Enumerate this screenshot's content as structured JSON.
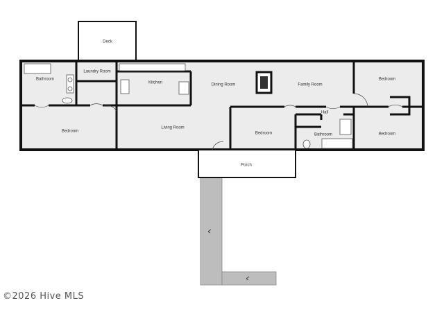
{
  "rooms": {
    "deck": "Deck",
    "laundry": "Laundry Room",
    "bathroom_left": "Bathroom",
    "kitchen": "Kitchen",
    "dining": "Dining Room",
    "family": "Family Room",
    "bedroom_top_right": "Bedroom",
    "bedroom_left": "Bedroom",
    "living": "Living Room",
    "bedroom_center": "Bedroom",
    "hall": "Hall",
    "bathroom_center": "Bathroom",
    "bedroom_bottom_right": "Bedroom",
    "porch": "Porch"
  },
  "copyright": "©2026 Hive MLS",
  "colors": {
    "wall": "#111111",
    "floor": "#ececec",
    "walkway": "#bdbdbd",
    "fixture": "#ffffff"
  }
}
